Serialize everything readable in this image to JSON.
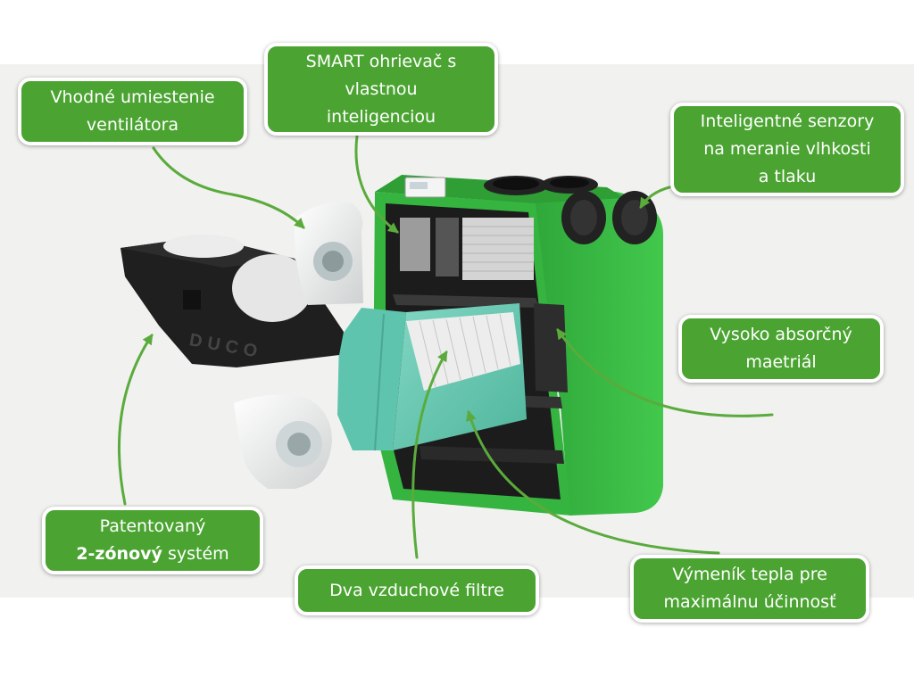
{
  "colors": {
    "accent_green": "#4ba432",
    "unit_green": "#3cc44a",
    "filter_teal": "#6fc9b4",
    "arrow_green": "#5aab3c"
  },
  "brand": {
    "logo_text": "DUCO",
    "logo_alt": "duco"
  },
  "callouts": {
    "fan": {
      "line1": "Vhodné umiestenie",
      "line2": "ventilátora"
    },
    "heater": {
      "line1": "SMART ohrievač s",
      "line2": "vlastnou",
      "line3": "inteligenciou"
    },
    "sensors": {
      "line1": "Inteligentné senzory",
      "line2": "na meranie vlhkosti",
      "line3": "a tlaku"
    },
    "material": {
      "line1": "Vysoko absorčný",
      "line2": "maetriál"
    },
    "zone": {
      "line1": "Patentovaný",
      "bold": "2-zónový",
      "rest": "systém"
    },
    "filters": {
      "line1": "Dva vzduchové filtre"
    },
    "exchanger": {
      "line1": "Výmeník tepla pre",
      "line2": "maximálnu účinnosť"
    }
  }
}
